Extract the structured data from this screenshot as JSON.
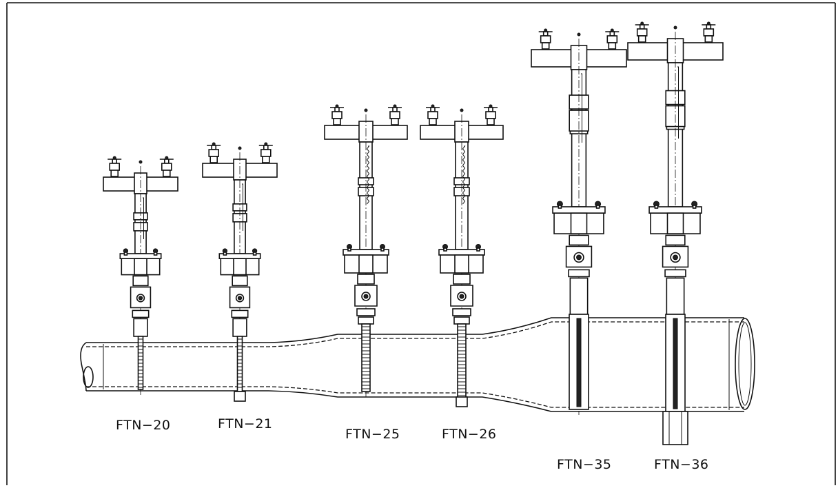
{
  "instruments": [
    {
      "id": "ftn-20",
      "label": "FTN−20"
    },
    {
      "id": "ftn-21",
      "label": "FTN−21"
    },
    {
      "id": "ftn-25",
      "label": "FTN−25"
    },
    {
      "id": "ftn-26",
      "label": "FTN−26"
    },
    {
      "id": "ftn-35",
      "label": "FTN−35"
    },
    {
      "id": "ftn-36",
      "label": "FTN−36"
    }
  ]
}
